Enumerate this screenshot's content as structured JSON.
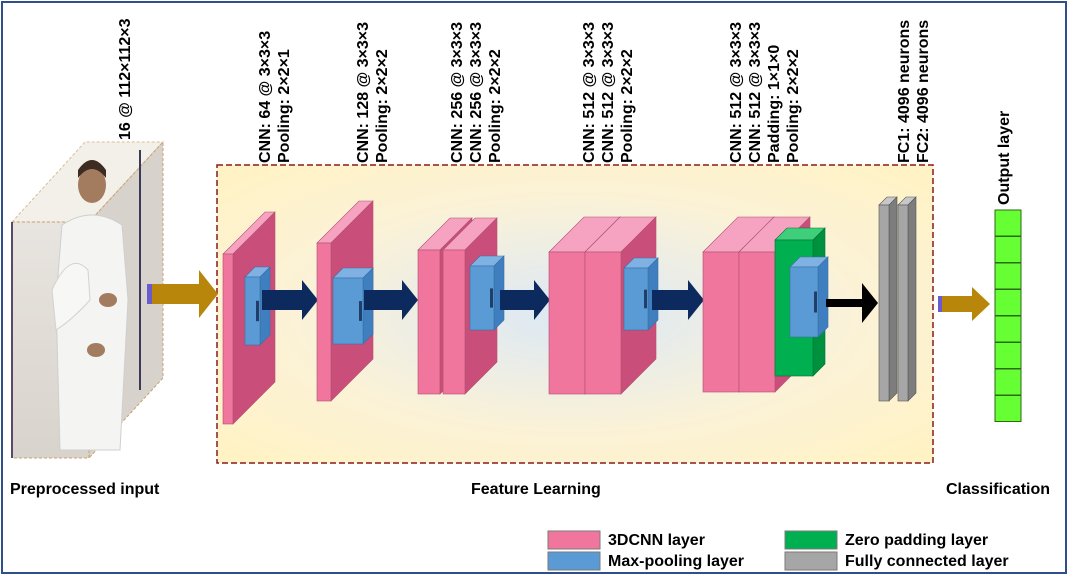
{
  "input": {
    "label": "16 @ 112×112×3",
    "caption": "Preprocessed input"
  },
  "feature_learning": {
    "caption": "Feature Learning",
    "blocks": [
      {
        "lines": [
          "CNN: 64 @ 3×3×3",
          "Pooling: 2×2×1"
        ]
      },
      {
        "lines": [
          "CNN: 128 @ 3×3×3",
          "Pooling: 2×2×2"
        ]
      },
      {
        "lines": [
          "CNN: 256 @ 3×3×3",
          "CNN: 256 @ 3×3×3",
          "Pooling: 2×2×2"
        ]
      },
      {
        "lines": [
          "CNN: 512 @ 3×3×3",
          "CNN: 512 @ 3×3×3",
          "Pooling: 2×2×2"
        ]
      },
      {
        "lines": [
          "CNN: 512 @ 3×3×3",
          "CNN: 512 @ 3×3×3",
          "Padding: 1×1×0",
          "Pooling: 2×2×2"
        ]
      }
    ]
  },
  "fully_connected": {
    "lines": [
      "FC1: 4096 neurons",
      "FC2: 4096 neurons"
    ]
  },
  "classification": {
    "output_label": "Output layer",
    "caption": "Classification",
    "output_cells": 8
  },
  "legend": {
    "items": [
      {
        "label": "3DCNN layer",
        "color": "#f0769e"
      },
      {
        "label": "Max-pooling layer",
        "color": "#5b9bd5"
      },
      {
        "label": "Zero padding layer",
        "color": "#00b050"
      },
      {
        "label": "Fully connected layer",
        "color": "#a6a6a6"
      }
    ]
  },
  "colors": {
    "cnn": "#f0769e",
    "cnn_side": "#c94f7a",
    "pool": "#5b9bd5",
    "pool_side": "#3f7fbf",
    "pad": "#00b050",
    "fc": "#a6a6a6",
    "arrow_dark": "#0d2a5e",
    "arrow_gold": "#b8860b",
    "output": "#66ff33",
    "frame": "#8b1a1a",
    "border": "#2f4f8a"
  }
}
